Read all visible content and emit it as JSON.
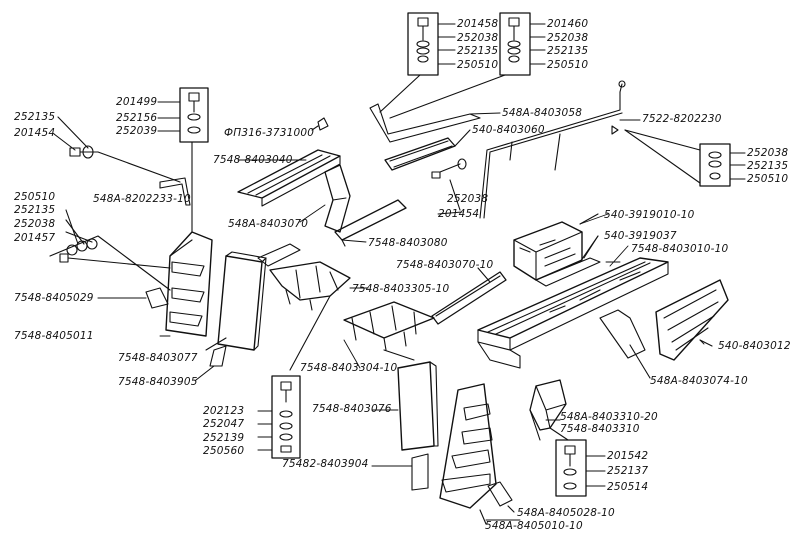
{
  "labels": {
    "c_201458": "201458",
    "c_252038_a": "252038",
    "c_252135_a": "252135",
    "c_250510_a": "250510",
    "c_201460": "201460",
    "c_252038_b": "252038",
    "c_252135_b": "252135",
    "c_250510_b": "250510",
    "c_548A_8403058": "548А-8403058",
    "c_540_8403060": "540-8403060",
    "c_7522_8202230": "7522-8202230",
    "c_252038_c": "252038",
    "c_252135_c": "252135",
    "c_250510_c": "250510",
    "c_252135_l": "252135",
    "c_201454_l": "201454",
    "c_201499": "201499",
    "c_252156": "252156",
    "c_252039": "252039",
    "c_FP316_3731000": "ФП316-3731000",
    "c_7548_8403040": "7548-8403040",
    "c_548A_8202233_10": "548А-8202233-10",
    "c_252038_d": "252038",
    "c_201454_d": "201454",
    "c_548A_8403070": "548А-8403070",
    "c_250510_l": "250510",
    "c_252135_l2": "252135",
    "c_252038_l": "252038",
    "c_201457": "201457",
    "c_7548_8403080": "7548-8403080",
    "c_540_3919010_10": "540-3919010-10",
    "c_540_3919037": "540-3919037",
    "c_7548_8403010_10": "7548-8403010-10",
    "c_7548_8403070_10": "7548-8403070-10",
    "c_7548_8405029": "7548-8405029",
    "c_7548_8403305_10": "7548-8403305-10",
    "c_7548_8405011": "7548-8405011",
    "c_540_8403012": "540-8403012",
    "c_7548_8403077": "7548-8403077",
    "c_7548_8403304_10": "7548-8403304-10",
    "c_7548_8403905": "7548-8403905",
    "c_548A_8403074_10": "548А-8403074-10",
    "c_7548_8403076": "7548-8403076",
    "c_202123": "202123",
    "c_252047": "252047",
    "c_252139": "252139",
    "c_250560": "250560",
    "c_548A_8403310_20": "548А-8403310-20",
    "c_7548_8403310": "7548-8403310",
    "c_75482_8403904": "75482-8403904",
    "c_201542": "201542",
    "c_252137": "252137",
    "c_250514": "250514",
    "c_548A_8405028_10": "548А-8405028-10",
    "c_548A_8405010_10": "548А-8405010-10"
  }
}
